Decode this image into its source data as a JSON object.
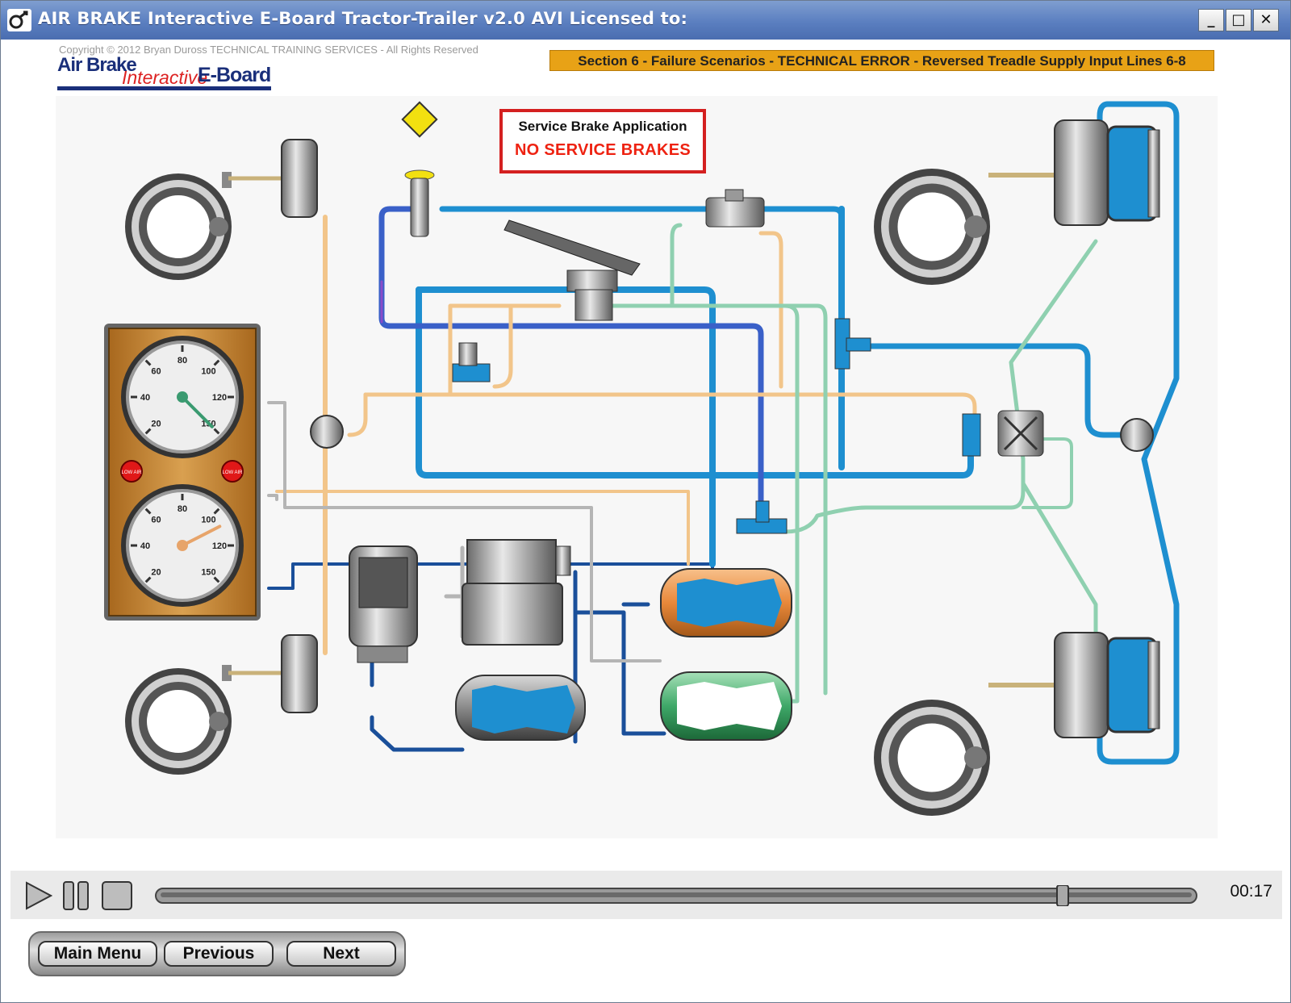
{
  "window": {
    "title": "AIR BRAKE Interactive E-Board Tractor-Trailer  v2.0 AVI   Licensed to:",
    "minimize": "_",
    "maximize": "□",
    "close": "✕"
  },
  "header": {
    "copyright": "Copyright © 2012 Bryan Duross TECHNICAL TRAINING SERVICES - All Rights Reserved",
    "logo_line1": "Air Brake",
    "logo_line2": "Interactive",
    "logo_line3": "E-Board",
    "section_banner": "Section 6 - Failure Scenarios - TECHNICAL ERROR - Reversed Treadle Supply Input Lines 6-8"
  },
  "status": {
    "title": "Service Brake Application",
    "message": "NO SERVICE BRAKES"
  },
  "gauges": {
    "upper_ticks": [
      "20",
      "40",
      "60",
      "80",
      "100",
      "120",
      "150"
    ],
    "lower_ticks": [
      "20",
      "40",
      "60",
      "80",
      "100",
      "120",
      "150"
    ],
    "upper_needle_value": 150,
    "lower_needle_value": 110,
    "warning_left": "LOW AIR",
    "warning_right": "LOW AIR"
  },
  "colors": {
    "supply_blue": "#1e8fd0",
    "primary_green": "#8fd0b0",
    "secondary_orange": "#f2c58a",
    "dark_blue": "#1a4f9a",
    "gray_line": "#b5b5b5"
  },
  "player": {
    "time": "00:17",
    "progress": 0.88,
    "play_icon": "play-icon",
    "pause_icon": "pause-icon",
    "stop_icon": "stop-icon"
  },
  "nav": {
    "main_menu": "Main Menu",
    "previous": "Previous",
    "next": "Next"
  }
}
